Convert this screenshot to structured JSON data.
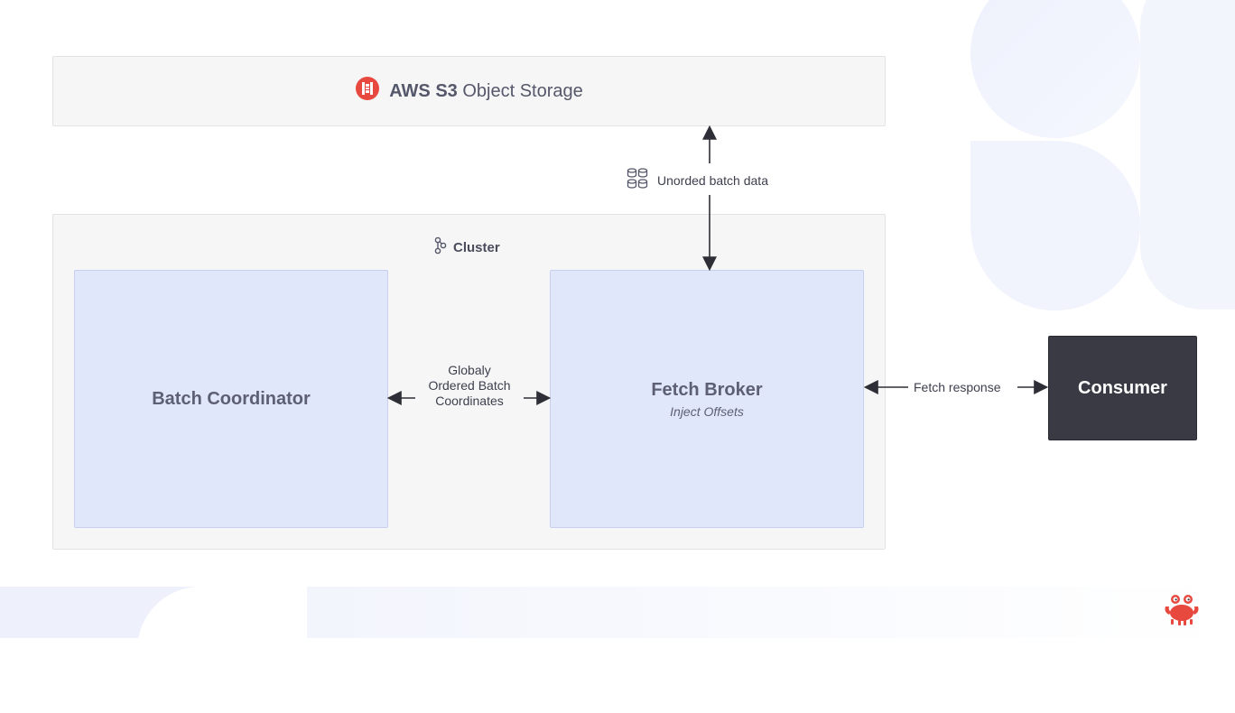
{
  "storage": {
    "brand": "AWS S3",
    "title": "Object Storage"
  },
  "cluster": {
    "label": "Cluster"
  },
  "batch_coordinator": {
    "title": "Batch Coordinator"
  },
  "fetch_broker": {
    "title": "Fetch Broker",
    "subtitle": "Inject Offsets"
  },
  "consumer": {
    "title": "Consumer"
  },
  "edges": {
    "storage_to_broker": "Unorded batch data",
    "coordinator_broker": [
      "Globaly",
      "Ordered Batch",
      "Coordinates"
    ],
    "broker_consumer": "Fetch response"
  },
  "colors": {
    "brand_red": "#e8493f",
    "blue_box": "#e1e7fb",
    "dark_box": "#3a3a44",
    "arrow": "#2e2e36"
  },
  "icons": {
    "storage": "aws-s3-icon",
    "cluster": "cluster-nodes-icon",
    "data": "database-stack-icon",
    "logo": "crab-logo-icon"
  }
}
